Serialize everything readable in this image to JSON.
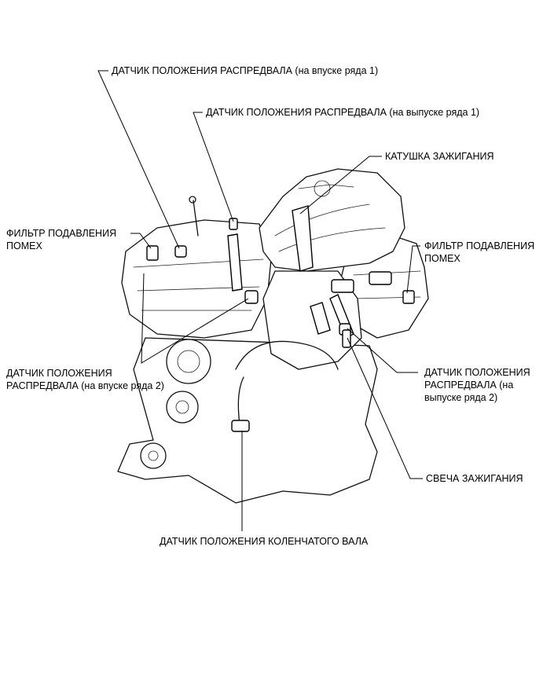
{
  "labels": {
    "cam_intake_1": "ДАТЧИК ПОЛОЖЕНИЯ РАСПРЕДВАЛА (на впуске ряда 1)",
    "cam_exhaust_1": "ДАТЧИК ПОЛОЖЕНИЯ РАСПРЕДВАЛА (на выпуске ряда 1)",
    "ignition_coil": "КАТУШКА ЗАЖИГАНИЯ",
    "noise_filter_left": [
      "ФИЛЬТР ПОДАВЛЕНИЯ",
      "ПОМЕХ"
    ],
    "noise_filter_right": [
      "ФИЛЬТР ПОДАВЛЕНИЯ",
      "ПОМЕХ"
    ],
    "cam_intake_2": [
      "ДАТЧИК ПОЛОЖЕНИЯ",
      "РАСПРЕДВАЛА (на впуске ряда 2)"
    ],
    "cam_exhaust_2": [
      "ДАТЧИК ПОЛОЖЕНИЯ",
      "РАСПРЕДВАЛА (на",
      "выпуске ряда 2)"
    ],
    "spark_plug": "СВЕЧА ЗАЖИГАНИЯ",
    "crank_sensor": "ДАТЧИК ПОЛОЖЕНИЯ КОЛЕНЧАТОГО ВАЛА"
  }
}
